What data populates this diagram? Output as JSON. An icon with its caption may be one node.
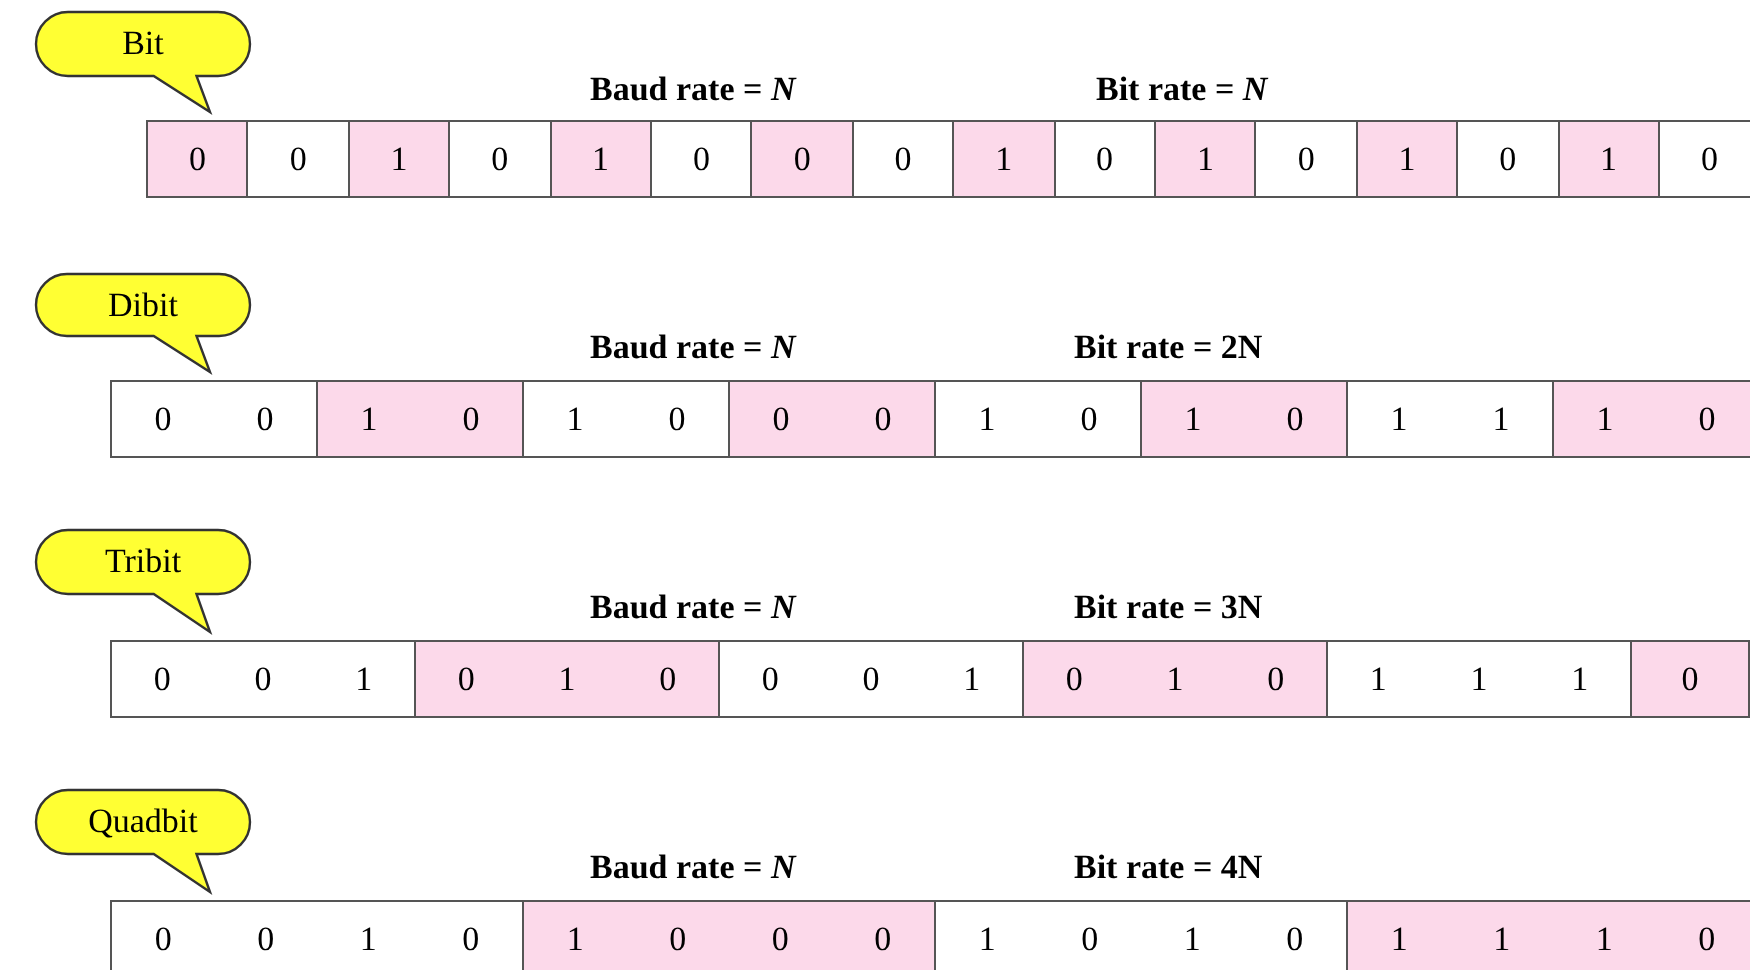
{
  "diagram": {
    "nodes": [
      {
        "text": [
          "Bit"
        ]
      },
      {
        "text": [
          "0"
        ]
      },
      {
        "text": [
          "0"
        ]
      },
      {
        "text": [
          "1"
        ]
      },
      {
        "text": [
          "0"
        ]
      },
      {
        "text": [
          "1"
        ]
      },
      {
        "text": [
          "0"
        ]
      },
      {
        "text": [
          "0"
        ]
      },
      {
        "text": [
          "0"
        ]
      },
      {
        "text": [
          "1"
        ]
      },
      {
        "text": [
          "0"
        ]
      },
      {
        "text": [
          "1"
        ]
      },
      {
        "text": [
          "0"
        ]
      },
      {
        "text": [
          "1"
        ]
      },
      {
        "text": [
          "0"
        ]
      },
      {
        "text": [
          "1"
        ]
      },
      {
        "text": [
          "0"
        ]
      },
      {
        "text": [
          "Dibit"
        ]
      },
      {
        "text": [
          "0",
          "0"
        ]
      },
      {
        "text": [
          "1",
          "0"
        ]
      },
      {
        "text": [
          "1",
          "0"
        ]
      },
      {
        "text": [
          "0",
          "0"
        ]
      },
      {
        "text": [
          "1",
          "0"
        ]
      },
      {
        "text": [
          "1",
          "0"
        ]
      },
      {
        "text": [
          "1",
          "1"
        ]
      },
      {
        "text": [
          "1",
          "0"
        ]
      },
      {
        "text": [
          "Tribit"
        ]
      },
      {
        "text": [
          "0",
          "0",
          "1"
        ]
      },
      {
        "text": [
          "0",
          "1",
          "0"
        ]
      },
      {
        "text": [
          "0",
          "0",
          "1"
        ]
      },
      {
        "text": [
          "0",
          "1",
          "0"
        ]
      },
      {
        "text": [
          "1",
          "1",
          "1"
        ]
      },
      {
        "text": [
          "0"
        ]
      },
      {
        "text": [
          "Quadbit"
        ]
      },
      {
        "text": [
          "0",
          "0",
          "1",
          "0"
        ]
      },
      {
        "text": [
          "1",
          "0",
          "0",
          "0"
        ]
      },
      {
        "text": [
          "1",
          "0",
          "1",
          "0"
        ]
      },
      {
        "text": [
          "1",
          "1",
          "1",
          "0"
        ]
      }
    ],
    "labels": [
      "Baud rate = *N*",
      "Bit rate = *N*",
      "Baud rate = *N*",
      "Bit rate = 2N",
      "Baud rate = *N*",
      "Bit rate = 3N",
      "Baud rate = *N*",
      "Bit rate = 4N"
    ]
  }
}
